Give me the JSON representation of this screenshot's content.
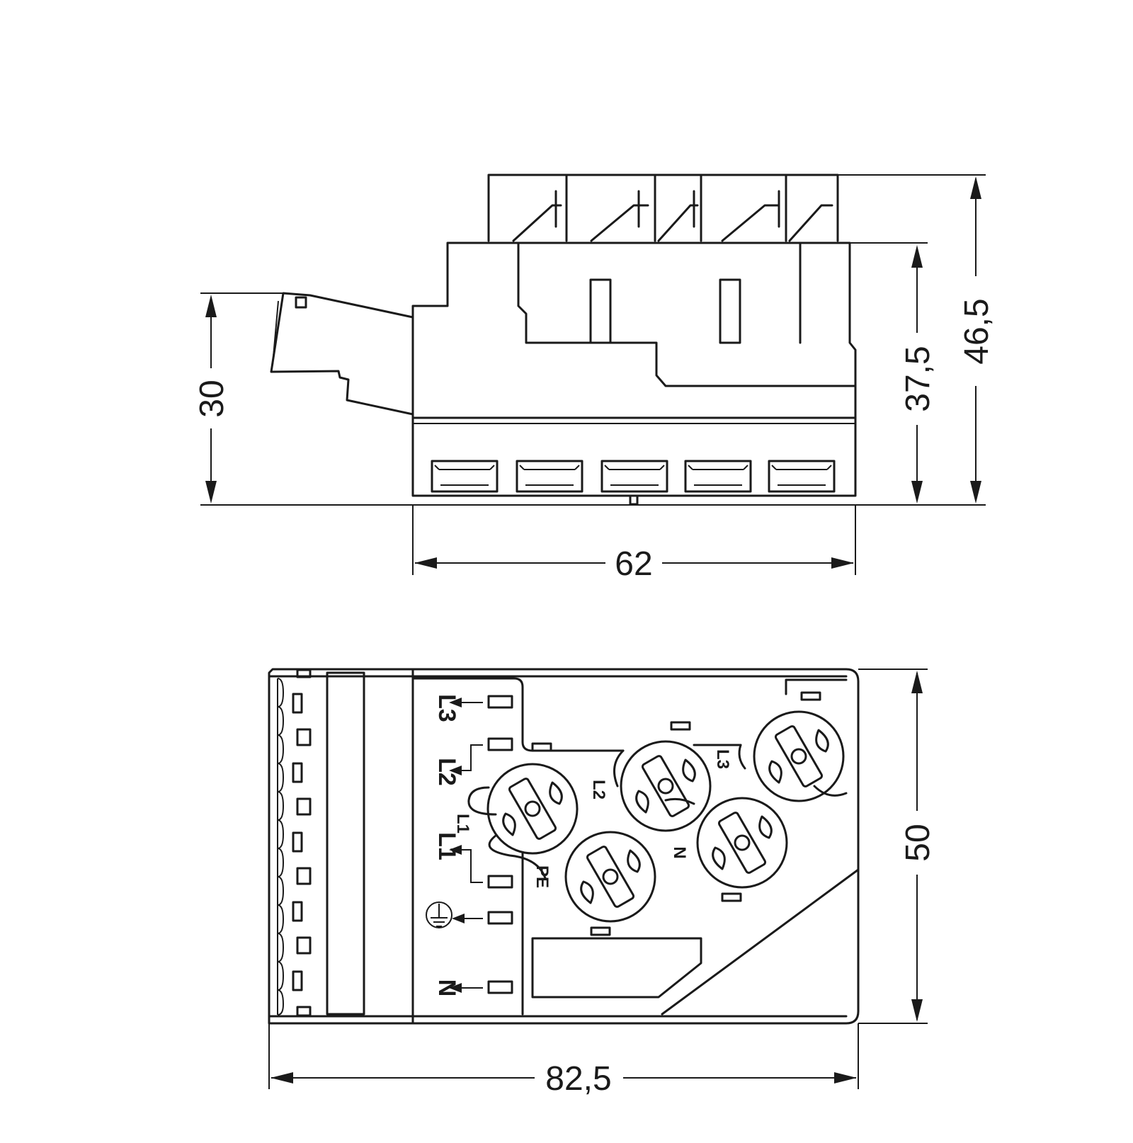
{
  "dimensions": {
    "side_height_left": "30",
    "side_height_body": "37,5",
    "side_height_total": "46,5",
    "side_width": "62",
    "top_height": "50",
    "top_width": "82,5"
  },
  "terminal_labels": {
    "row_l3": "L3",
    "row_l2": "L2",
    "row_l1": "L1",
    "row_n": "N",
    "clamp_l1": "L1",
    "clamp_pe": "PE",
    "clamp_l2": "L2",
    "clamp_n": "N",
    "clamp_l3": "L3"
  },
  "icons": [
    "protective-earth-icon"
  ]
}
